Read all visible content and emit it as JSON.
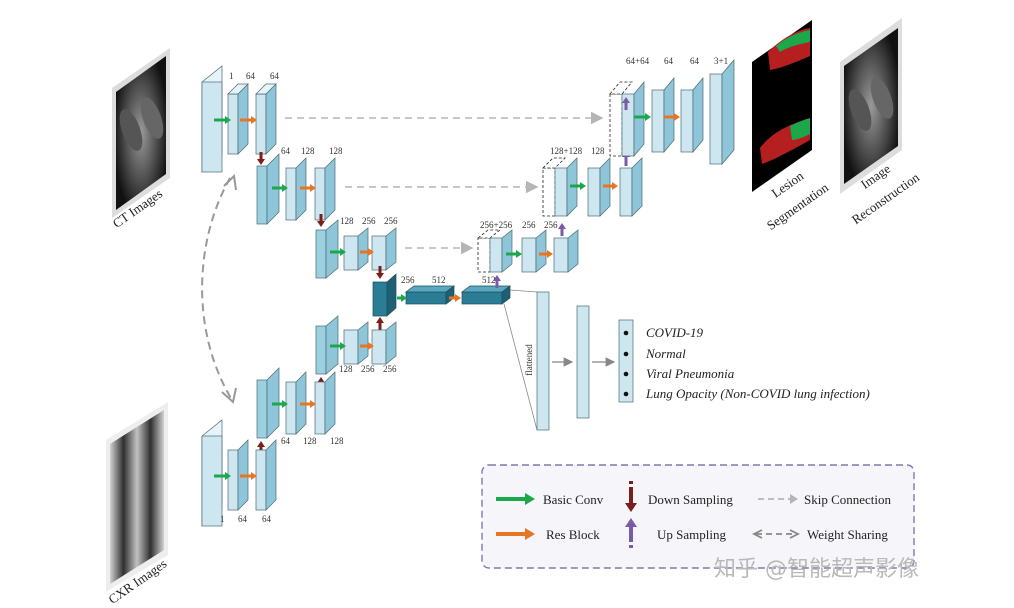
{
  "inputs": {
    "ct_label": "CT Images",
    "cxr_label": "CXR Images"
  },
  "outputs": {
    "lesion_label_line1": "Lesion",
    "lesion_label_line2": "Segmentation",
    "recon_label_line1": "Image",
    "recon_label_line2": "Reconstruction"
  },
  "channels": {
    "ct_enc1": [
      "1",
      "64",
      "64"
    ],
    "ct_enc2": [
      "64",
      "128",
      "128"
    ],
    "ct_enc3": [
      "128",
      "256",
      "256"
    ],
    "bottleneck": [
      "256",
      "512",
      "512"
    ],
    "cxr_enc3": [
      "128",
      "256",
      "256"
    ],
    "cxr_enc2": [
      "64",
      "128",
      "128"
    ],
    "cxr_enc1": [
      "1",
      "64",
      "64"
    ],
    "dec3": [
      "256+256",
      "256",
      "256"
    ],
    "dec2": [
      "128+128",
      "128",
      "128"
    ],
    "dec1": [
      "64+64",
      "64",
      "64",
      "3+1"
    ]
  },
  "classifier": {
    "flatten_label": "flattened",
    "classes": [
      "COVID-19",
      "Normal",
      "Viral Pneumonia",
      "Lung Opacity (Non-COVID lung infection)"
    ]
  },
  "legend": {
    "basic_conv": "Basic Conv",
    "res_block": "Res Block",
    "down_sampling": "Down Sampling",
    "up_sampling": "Up Sampling",
    "skip_connection": "Skip Connection",
    "weight_sharing": "Weight Sharing"
  },
  "colors": {
    "block_face": "#cde6f0",
    "block_side": "#8ec5d8",
    "block_top": "#e6f3f8",
    "dark_block": "#2b7d95",
    "basic_conv": "#1aa84b",
    "res_block": "#e67623",
    "down_sampling": "#7a1f1a",
    "up_sampling": "#7a5ba8",
    "skip": "#b5b5b5",
    "legend_border": "#8478a8"
  },
  "watermark": "知乎 @智能超声影像"
}
